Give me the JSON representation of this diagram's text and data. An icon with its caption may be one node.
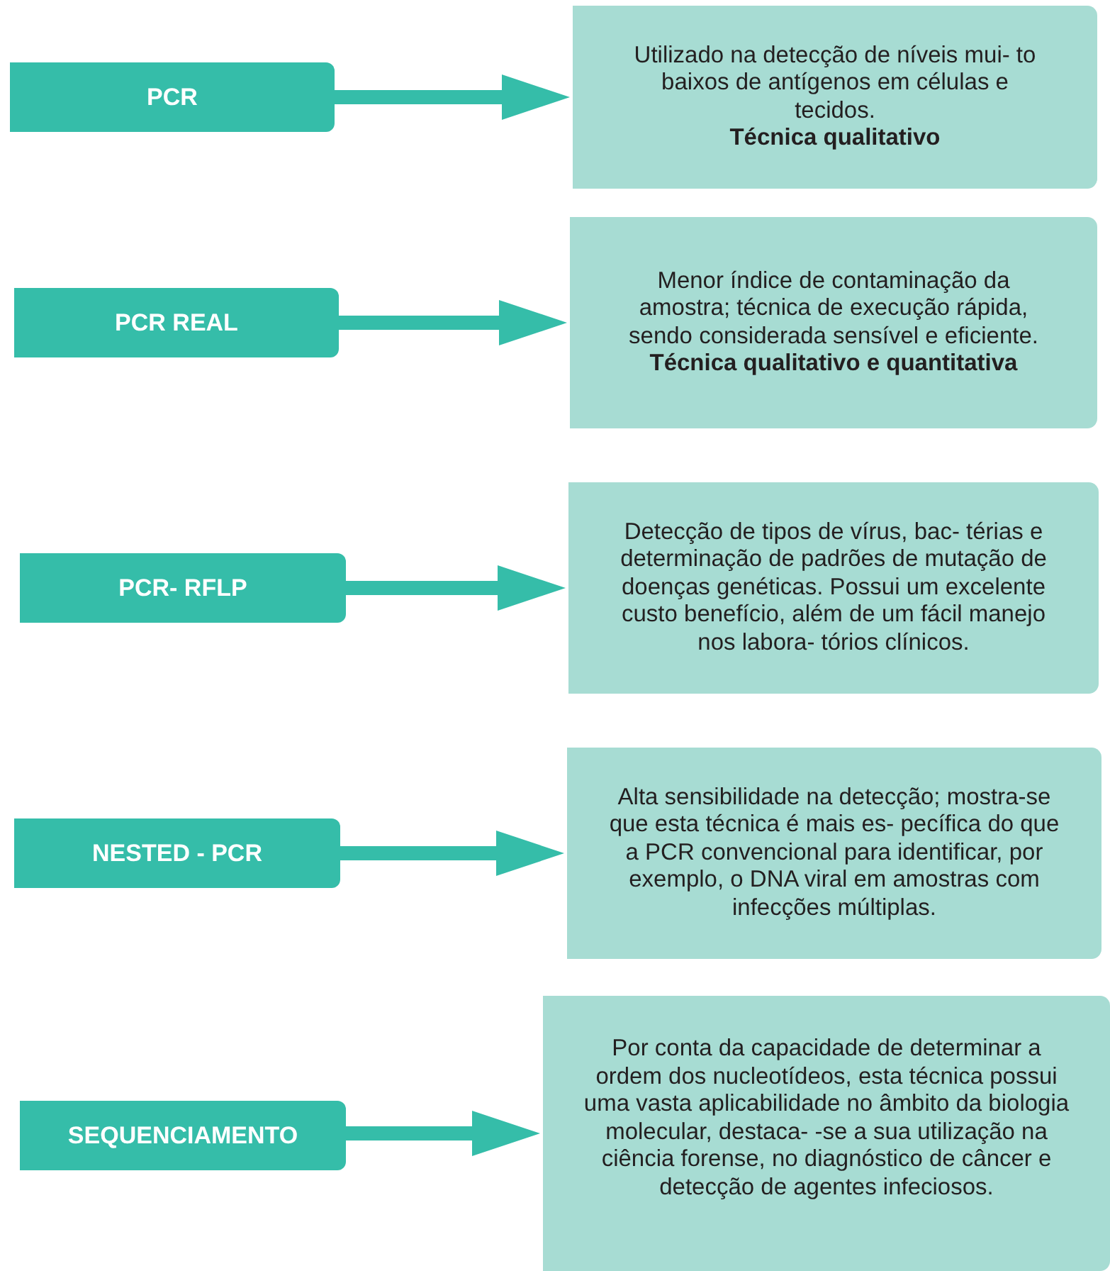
{
  "diagram": {
    "nodes": [
      {
        "text": [
          "PCR"
        ]
      },
      {
        "text": [
          "Utilizado na detecção de níveis mui- to baixos de antígenos em células e tecidos.",
          "Técnica qualitativo"
        ]
      },
      {
        "text": [
          "PCR REAL"
        ]
      },
      {
        "text": [
          "Menor índice de contaminação da amostra; técnica de execução rápida, sendo considerada sensível e eficiente.",
          "Técnica qualitativo e quantitativa"
        ]
      },
      {
        "text": [
          "PCR- RFLP"
        ]
      },
      {
        "text": [
          "Detecção de tipos de vírus, bac- térias e determinação de padrões de mutação de doenças genéticas. Possui um excelente custo benefício, além de um fácil manejo nos labora- tórios clínicos."
        ]
      },
      {
        "text": [
          "NESTED - PCR"
        ]
      },
      {
        "text": [
          "Alta sensibilidade na detecção; mostra-se que esta técnica é mais es- pecífica do que a PCR convencional para identificar, por exemplo, o DNA viral em amostras com infecções múltiplas."
        ]
      },
      {
        "text": [
          "SEQUENCIAMENTO"
        ]
      },
      {
        "text": [
          "Por conta da capacidade de determinar a ordem dos nucleotídeos, esta técnica possui uma vasta aplicabilidade no âmbito da biologia molecular, destaca- -se a sua utilização na ciência forense, no diagnóstico de câncer e detecção de agentes infeciosos."
        ]
      }
    ],
    "edges": [
      {
        "from": 0,
        "to": 1,
        "arrow": "to"
      },
      {
        "from": 2,
        "to": 3,
        "arrow": "to"
      },
      {
        "from": 4,
        "to": 5,
        "arrow": "to"
      },
      {
        "from": 6,
        "to": 7,
        "arrow": "to"
      },
      {
        "from": 8,
        "to": 9,
        "arrow": "to"
      }
    ]
  }
}
